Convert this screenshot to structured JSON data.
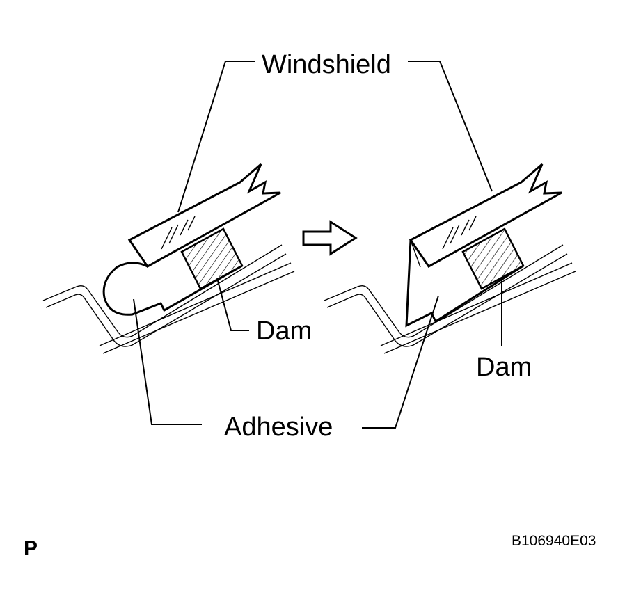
{
  "labels": {
    "windshield": "Windshield",
    "dam_left": "Dam",
    "dam_right": "Dam",
    "adhesive": "Adhesive"
  },
  "footer": {
    "page_mark": "P",
    "figure_code": "B106940E03"
  },
  "colors": {
    "line": "#000000",
    "background": "#ffffff"
  },
  "icons": {
    "arrow": "right-arrow-outline-icon"
  }
}
